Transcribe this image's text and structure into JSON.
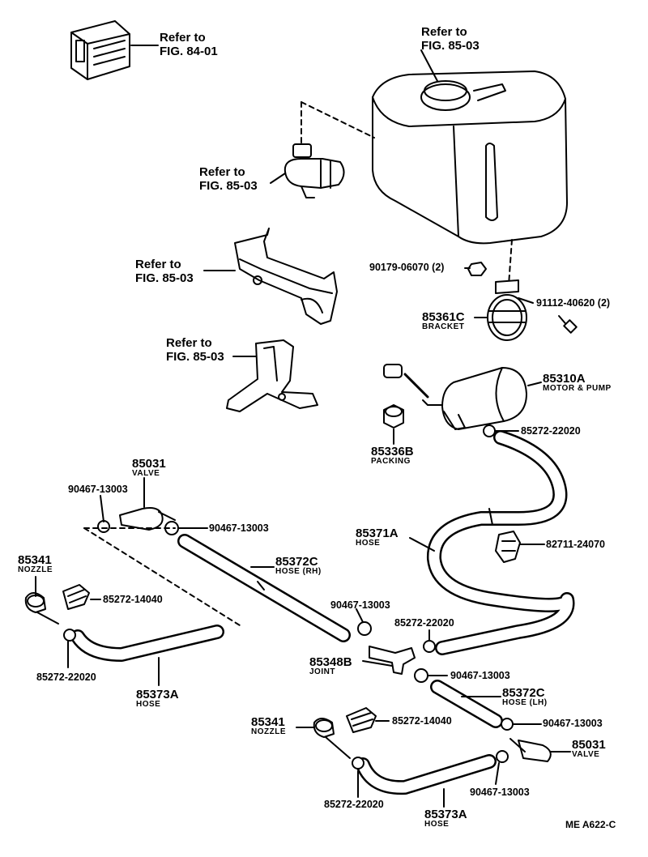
{
  "refs": {
    "fig8401": {
      "line1": "Refer to",
      "line2": "FIG. 84-01"
    },
    "tank": {
      "line1": "Refer to",
      "line2": "FIG. 85-03"
    },
    "pump": {
      "line1": "Refer to",
      "line2": "FIG. 85-03"
    },
    "bracket_upper": {
      "line1": "Refer to",
      "line2": "FIG. 85-03"
    },
    "bracket_lower": {
      "line1": "Refer to",
      "line2": "FIG. 85-03"
    }
  },
  "parts": {
    "nut": "90179-06070 (2)",
    "bolt": "91112-40620 (2)",
    "bracket": {
      "num": "85361C",
      "name": "BRACKET"
    },
    "motor": {
      "num": "85310A",
      "name": "MOTOR & PUMP"
    },
    "clamp_motor": "85272-22020",
    "packing": {
      "num": "85336B",
      "name": "PACKING"
    },
    "valve_left": {
      "num": "85031",
      "name": "VALVE"
    },
    "clip_valve_l1": "90467-13003",
    "clip_valve_l2": "90467-13003",
    "hose_main": {
      "num": "85371A",
      "name": "HOSE"
    },
    "hose_clamp": "82711-24070",
    "nozzle_left": {
      "num": "85341",
      "name": "NOZZLE"
    },
    "hose_rh": {
      "num": "85372C",
      "name": "HOSE (RH)"
    },
    "clip_nozzle_l": "85272-14040",
    "clip_joint_top": "90467-13003",
    "clamp_joint": "85272-22020",
    "clamp_left_lower": "85272-22020",
    "joint": {
      "num": "85348B",
      "name": "JOINT"
    },
    "clip_joint_bottom": "90467-13003",
    "hose_left_lower": {
      "num": "85373A",
      "name": "HOSE"
    },
    "hose_lh": {
      "num": "85372C",
      "name": "HOSE (LH)"
    },
    "nozzle_right": {
      "num": "85341",
      "name": "NOZZLE"
    },
    "clip_nozzle_r": "85272-14040",
    "clip_valve_r1": "90467-13003",
    "valve_right": {
      "num": "85031",
      "name": "VALVE"
    },
    "clip_valve_r2": "90467-13003",
    "clamp_right_lower": "85272-22020",
    "hose_right_lower": {
      "num": "85373A",
      "name": "HOSE"
    }
  },
  "footer_code": "ME   A622-C"
}
